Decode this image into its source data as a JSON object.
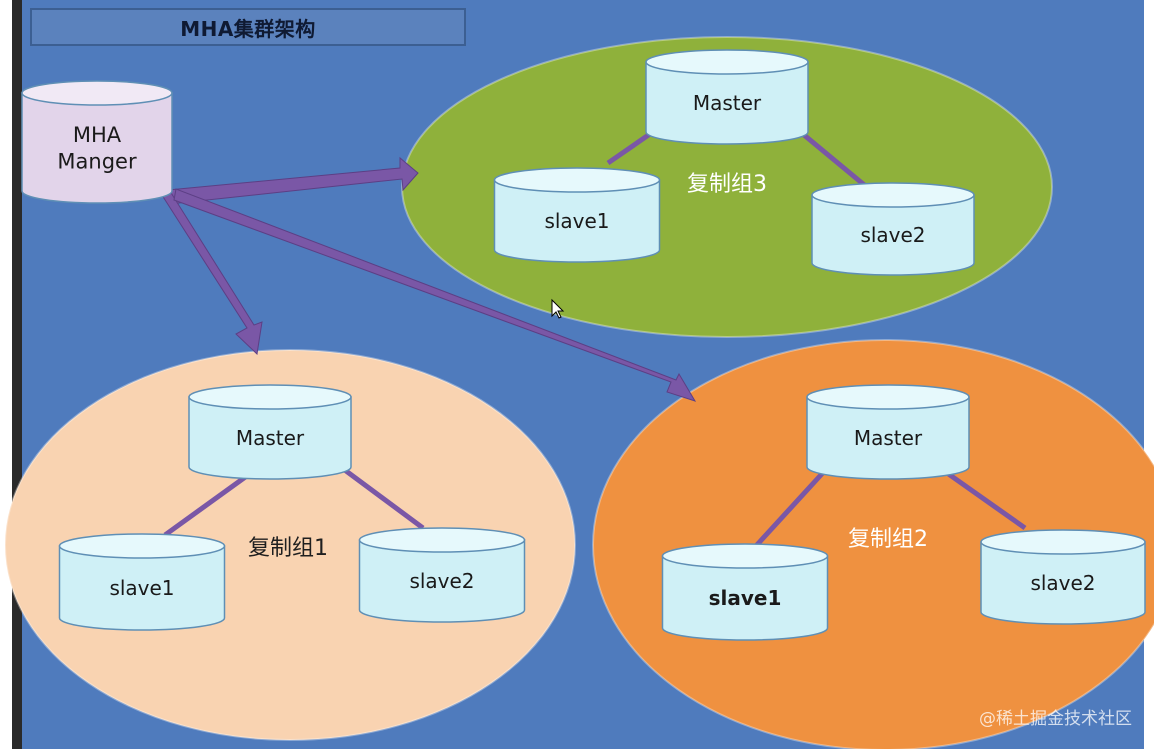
{
  "title": "MHA集群架构",
  "manager": {
    "label_line1": "MHA",
    "label_line2": "Manger"
  },
  "groups": [
    {
      "id": "group3",
      "label": "复制组3",
      "master": "Master",
      "slave1": "slave1",
      "slave2": "slave2",
      "fill": "#8fb13b"
    },
    {
      "id": "group1",
      "label": "复制组1",
      "master": "Master",
      "slave1": "slave1",
      "slave2": "slave2",
      "fill": "#f9d3b1"
    },
    {
      "id": "group2",
      "label": "复制组2",
      "master": "Master",
      "slave1": "slave1",
      "slave2": "slave2",
      "fill": "#ef9140"
    }
  ],
  "colors": {
    "background": "#4f7bbd",
    "arrow": "#7a57a6",
    "db_fill": "#cff0f6",
    "db_top": "#e6f9fc",
    "manager_fill": "#e2d4ea",
    "manager_top": "#f1e9f5"
  },
  "watermark": "@稀土掘金技术社区"
}
